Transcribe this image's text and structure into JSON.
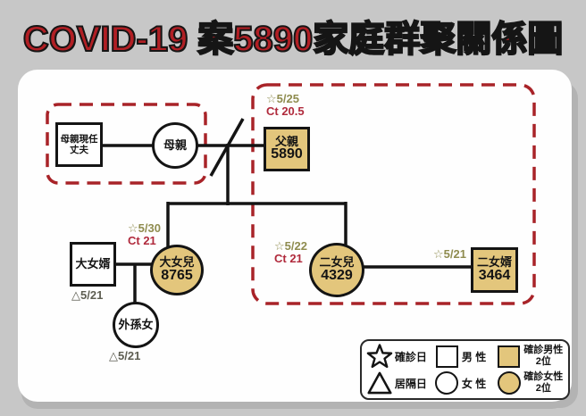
{
  "title": "COVID-19 案5890家庭群聚關係圖",
  "colors": {
    "confirmed_fill": "#e3c67c",
    "cluster_dashed_red": "#a82328",
    "title_red": "#b11f24",
    "star_date_olive": "#8f8c4f",
    "ct_crimson": "#b02a3c"
  },
  "nodes": {
    "stepfather": {
      "line1": "母親現任",
      "line2": "丈夫"
    },
    "mother": {
      "label": "母親"
    },
    "father": {
      "label": "父親",
      "case_no": "5890",
      "star_date": "☆5/25",
      "ct": "Ct 20.5"
    },
    "eldest_son_in_law": {
      "label": "大女婿",
      "tri_date": "△5/21"
    },
    "eldest_daughter": {
      "label": "大女兒",
      "case_no": "8765",
      "star_date": "☆5/30",
      "ct": "Ct 21"
    },
    "granddaughter": {
      "label": "外孫女",
      "tri_date": "△5/21"
    },
    "second_daughter": {
      "label": "二女兒",
      "case_no": "4329",
      "star_date": "☆5/22",
      "ct": "Ct 21"
    },
    "second_son_in_law": {
      "label": "二女婿",
      "case_no": "3464",
      "star_date": "☆5/21"
    }
  },
  "legend": {
    "confirm": "確診日",
    "quarantine": "居隔日",
    "male": "男 性",
    "female": "女 性",
    "confirmed_male_1": "確診男性",
    "confirmed_male_2": "2位",
    "confirmed_female_1": "確診女性",
    "confirmed_female_2": "2位"
  }
}
